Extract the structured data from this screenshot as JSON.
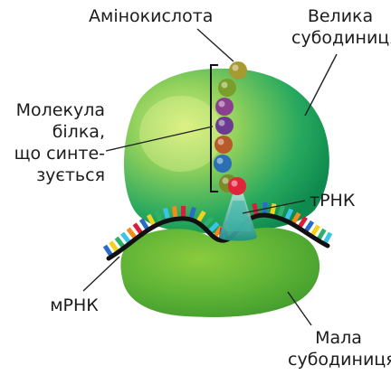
{
  "labels": {
    "amino_acid": "Амінокислота",
    "large_subunit": [
      "Велика",
      "субодиниця"
    ],
    "protein": [
      "Молекула",
      "білка,",
      "що синте-",
      "зується"
    ],
    "trna": "тРНК",
    "mrna": "мРНК",
    "small_subunit": [
      "Мала",
      "субодиниця"
    ]
  },
  "colors": {
    "large_subunit": "#1fa05a",
    "small_subunit": "#58b23a",
    "trna": "#2f9a8c",
    "mrna_backbone": "#111111",
    "amino_acid_first": "#8a7a1e",
    "amino_acid_last": "#e2243a"
  },
  "amino_acid_chain": [
    {
      "color": "#a89a32"
    },
    {
      "color": "#7a9e2c"
    },
    {
      "color": "#8a3f8f"
    },
    {
      "color": "#6a3b91"
    },
    {
      "color": "#b65a2a"
    },
    {
      "color": "#2b6fb4"
    },
    {
      "color": "#7c8a28"
    },
    {
      "color": "#e2243a"
    }
  ],
  "mrna_nucleotide_colors": [
    "#39c6e6",
    "#f28a1c",
    "#d81e3a",
    "#2a6ac8",
    "#f2d21c",
    "#2fb06a"
  ]
}
